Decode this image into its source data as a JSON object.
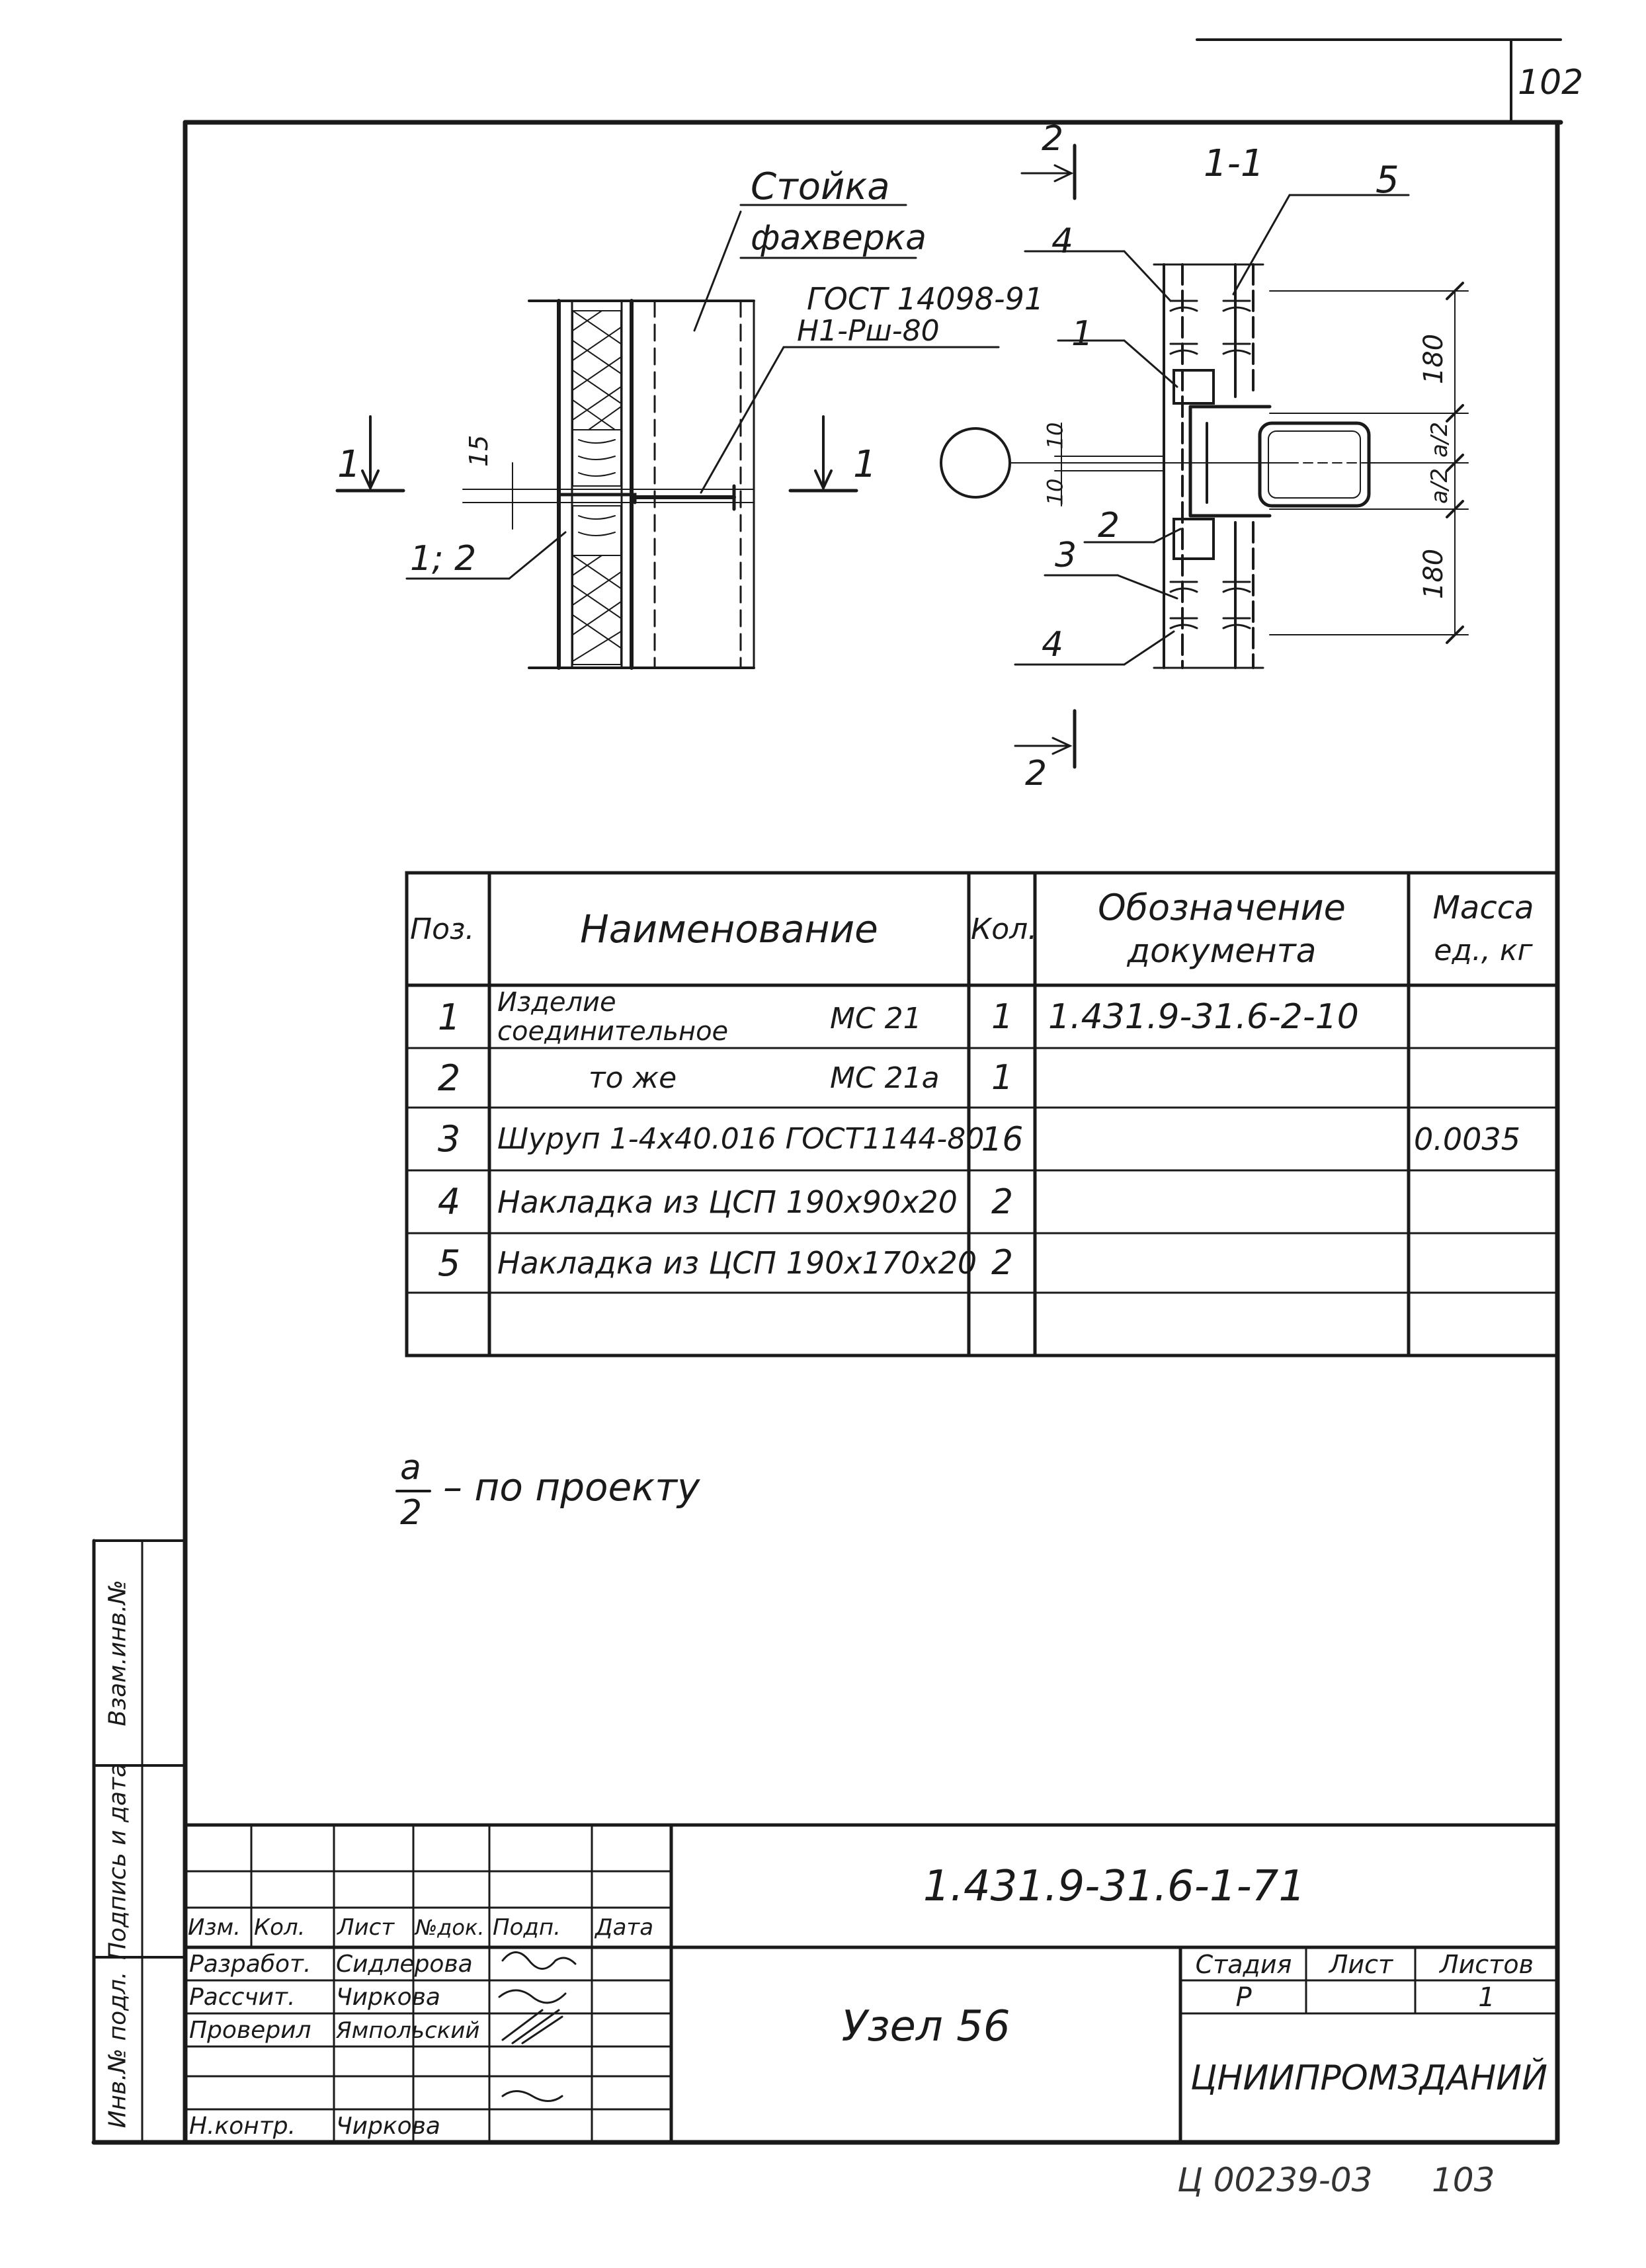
{
  "sheet": {
    "number": "102",
    "footer_code": "Ц 00239-03",
    "footer_page": "103"
  },
  "drawing": {
    "stoika_line1": "Стойка",
    "stoika_line2": "фахверка",
    "gost_line1": "ГОСТ 14098-91",
    "gost_line2": "Н1-Рш-80",
    "section_1_left": "1",
    "section_1_right": "1",
    "dim_15": "15",
    "callout_1_2": "1; 2",
    "section_title": "1-1",
    "section_2_top": "2",
    "section_2_bottom": "2",
    "label_5": "5",
    "label_4_top": "4",
    "label_1": "1",
    "label_2": "2",
    "label_3": "3",
    "label_4_bottom": "4",
    "dim_180_top": "180",
    "dim_a2_top": "a/2",
    "dim_a2_bottom": "a/2",
    "dim_180_bottom": "180",
    "dim_10_top": "10",
    "dim_10_bottom": "10"
  },
  "spec_table": {
    "headers": {
      "pos": "Поз.",
      "name": "Наименование",
      "qty": "Кол.",
      "doc_line1": "Обозначение",
      "doc_line2": "документа",
      "mass_line1": "Масса",
      "mass_line2": "ед., кг"
    },
    "rows": [
      {
        "pos": "1",
        "name_line1": "Изделие",
        "name_line2": "соединительное",
        "mark": "МС 21",
        "qty": "1",
        "doc": "1.431.9-31.6-2-10",
        "mass": ""
      },
      {
        "pos": "2",
        "name": "то же",
        "mark": "МС 21а",
        "qty": "1",
        "doc": "",
        "mass": ""
      },
      {
        "pos": "3",
        "name": "Шуруп 1-4x40.016 ГОСТ1144-80",
        "qty": "16",
        "doc": "",
        "mass": "0.0035"
      },
      {
        "pos": "4",
        "name": "Накладка из ЦСП 190x90x20",
        "qty": "2",
        "doc": "",
        "mass": ""
      },
      {
        "pos": "5",
        "name": "Накладка из ЦСП 190x170x20",
        "qty": "2",
        "doc": "",
        "mass": ""
      }
    ]
  },
  "note": {
    "fraction_top": "a",
    "fraction_bottom": "2",
    "text": "– по проекту"
  },
  "left_margin": {
    "inv_orig": "Инв.№ подл.",
    "sign_date": "Подпись и дата",
    "replaces": "Взам.инв.№"
  },
  "title_block": {
    "designation": "1.431.9-31.6-1-71",
    "node_title": "Узел 56",
    "org": "ЦНИИПРОМЗДАНИЙ",
    "col_headers": [
      "Изм.",
      "Кол.",
      "Лист",
      "№док.",
      "Подп.",
      "Дата"
    ],
    "roles": [
      {
        "role": "Разработ.",
        "name": "Сидлерова"
      },
      {
        "role": "Рассчит.",
        "name": "Чиркова"
      },
      {
        "role": "Проверил",
        "name": "Ямпольский"
      },
      {
        "role": "",
        "name": ""
      },
      {
        "role": "Н.контр.",
        "name": "Чиркова"
      }
    ],
    "stage_label": "Стадия",
    "sheet_label": "Лист",
    "sheets_label": "Листов",
    "stage_value": "Р",
    "sheet_value": "",
    "sheets_value": "1"
  }
}
